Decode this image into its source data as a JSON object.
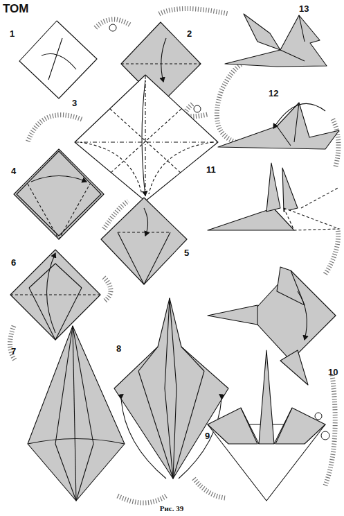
{
  "diagram": {
    "title": "TOM",
    "caption": "Рис. 39",
    "labels": [
      "1",
      "2",
      "3",
      "4",
      "5",
      "6",
      "7",
      "8",
      "9",
      "10",
      "11",
      "12",
      "13"
    ]
  }
}
